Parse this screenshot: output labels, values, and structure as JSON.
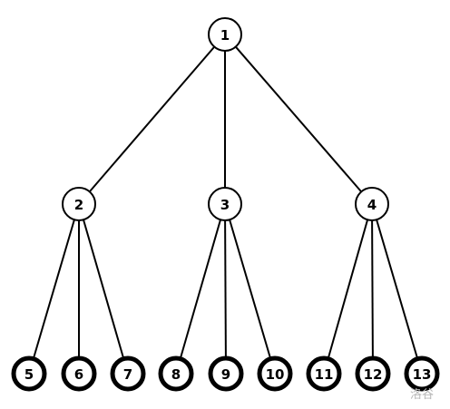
{
  "tree": {
    "nodes": [
      {
        "id": "1",
        "label": "1",
        "type": "internal"
      },
      {
        "id": "2",
        "label": "2",
        "type": "internal"
      },
      {
        "id": "3",
        "label": "3",
        "type": "internal"
      },
      {
        "id": "4",
        "label": "4",
        "type": "internal"
      },
      {
        "id": "5",
        "label": "5",
        "type": "leaf"
      },
      {
        "id": "6",
        "label": "6",
        "type": "leaf"
      },
      {
        "id": "7",
        "label": "7",
        "type": "leaf"
      },
      {
        "id": "8",
        "label": "8",
        "type": "leaf"
      },
      {
        "id": "9",
        "label": "9",
        "type": "leaf"
      },
      {
        "id": "10",
        "label": "10",
        "type": "leaf"
      },
      {
        "id": "11",
        "label": "11",
        "type": "leaf"
      },
      {
        "id": "12",
        "label": "12",
        "type": "leaf"
      },
      {
        "id": "13",
        "label": "13",
        "type": "leaf"
      }
    ],
    "edges": [
      [
        "1",
        "2"
      ],
      [
        "1",
        "3"
      ],
      [
        "1",
        "4"
      ],
      [
        "2",
        "5"
      ],
      [
        "2",
        "6"
      ],
      [
        "2",
        "7"
      ],
      [
        "3",
        "8"
      ],
      [
        "3",
        "9"
      ],
      [
        "3",
        "10"
      ],
      [
        "4",
        "11"
      ],
      [
        "4",
        "12"
      ],
      [
        "4",
        "13"
      ]
    ]
  },
  "watermark": "洛谷"
}
